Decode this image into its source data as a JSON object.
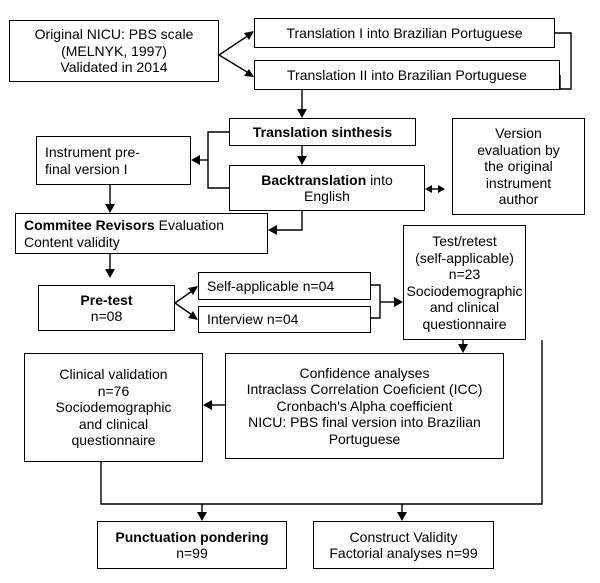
{
  "nodes": {
    "original": {
      "lines": [
        "Original NICU: PBS scale",
        "(MELNYK, 1997)",
        "Validated in 2014"
      ]
    },
    "translation1": {
      "lines": [
        "Translation I into Brazilian Portuguese"
      ]
    },
    "translation2": {
      "lines": [
        "Translation II into Brazilian Portuguese"
      ]
    },
    "synthesis": {
      "bold": "Translation sinthesis"
    },
    "prefinal": {
      "lines": [
        "Instrument pre-",
        "final version I"
      ]
    },
    "backtranslation": {
      "bold": "Backtranslation",
      "rest": " into",
      "line2": "English"
    },
    "author_eval": {
      "lines": [
        "Version",
        "evaluation by",
        "the original",
        "instrument",
        "author"
      ]
    },
    "committee": {
      "bold": "Commitee Revisors",
      "rest": " Evaluation",
      "line2": "Content validity"
    },
    "testretest": {
      "lines": [
        "Test/retest",
        "(self-applicable)",
        "n=23",
        "Sociodemographic",
        "and clinical",
        "questionnaire"
      ]
    },
    "pretest": {
      "bold": "Pre-test",
      "line2": "n=08"
    },
    "selfapp": {
      "lines": [
        "Self-applicable n=04"
      ]
    },
    "interview": {
      "lines": [
        "Interview n=04"
      ]
    },
    "clinical": {
      "lines": [
        "Clinical validation",
        "n=76",
        "Sociodemographic",
        "and clinical",
        "questionnaire"
      ]
    },
    "confidence": {
      "lines": [
        "Confidence analyses",
        "Intraclass Correlation Coeficient (ICC)",
        "Cronbach's Alpha coefficient",
        "NICU: PBS final version into Brazilian",
        "Portuguese"
      ]
    },
    "punctuation": {
      "bold": "Punctuation pondering",
      "line2": "n=99"
    },
    "construct": {
      "lines": [
        "Construct Validity",
        "Factorial analyses n=99"
      ]
    }
  }
}
